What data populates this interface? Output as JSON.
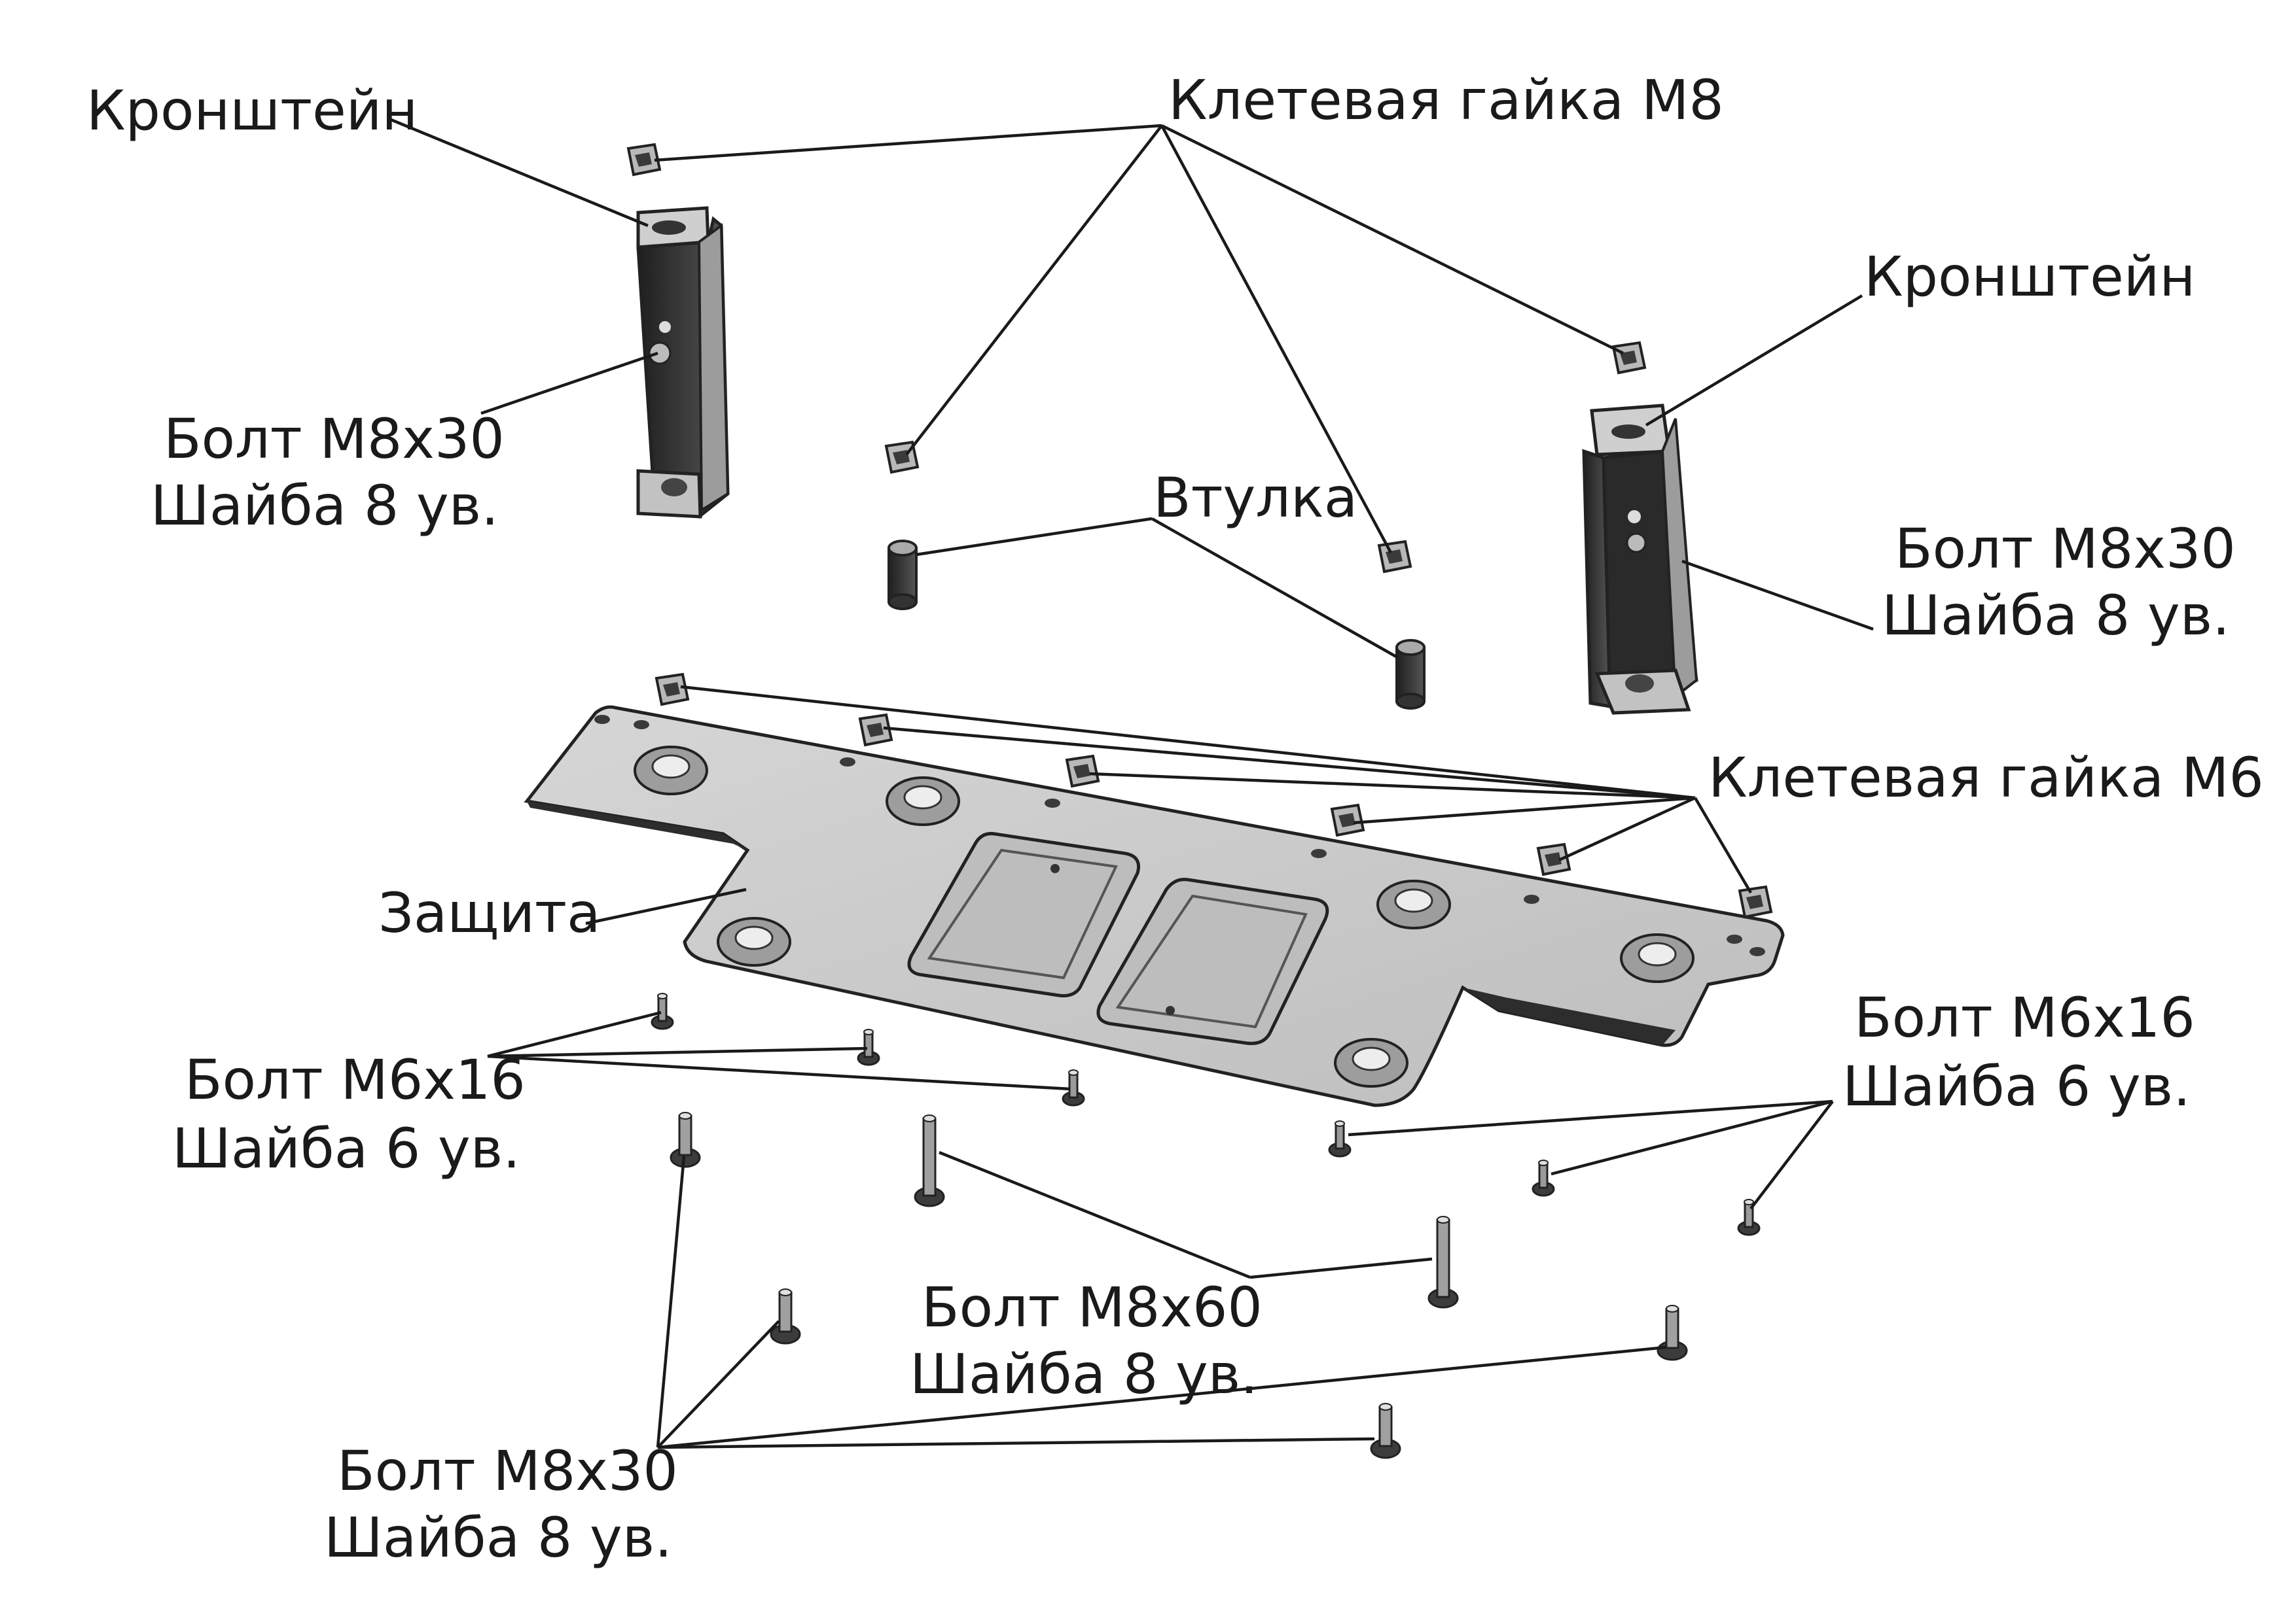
{
  "labels": {
    "bracket_left": "Кронштейн",
    "bracket_right": "Кронштейн",
    "cage_nut_m8": "Клетевая гайка М8",
    "cage_nut_m6": "Клетевая гайка М6",
    "bushing": "Втулка",
    "guard": "Защита",
    "bolt_m8x30_left_line1": "Болт М8х30",
    "bolt_m8x30_left_line2": "Шайба 8 ув.",
    "bolt_m8x30_right_line1": "Болт М8х30",
    "bolt_m8x30_right_line2": "Шайба 8 ув.",
    "bolt_m6x16_left_line1": "Болт М6х16",
    "bolt_m6x16_left_line2": "Шайба 6 ув.",
    "bolt_m6x16_right_line1": "Болт М6х16",
    "bolt_m6x16_right_line2": "Шайба 6 ув.",
    "bolt_m8x60_line1": "Болт М8х60",
    "bolt_m8x60_line2": "Шайба 8 ув.",
    "bolt_m8x30_bottom_line1": "Болт М8х30",
    "bolt_m8x30_bottom_line2": "Шайба 8 ув."
  },
  "colors": {
    "part_fill": "#c9c9c9",
    "part_dark": "#3c3c3c",
    "line": "#1a1a1a",
    "background": "#ffffff"
  }
}
